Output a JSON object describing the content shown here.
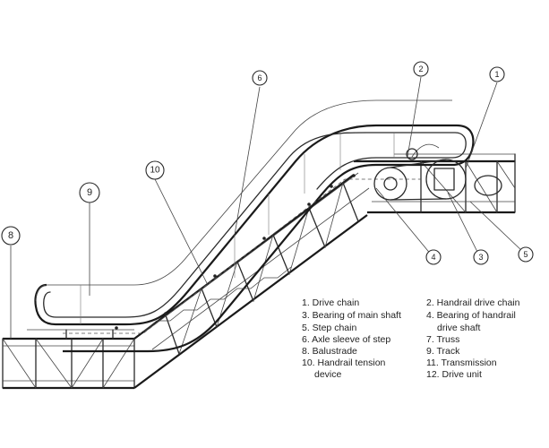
{
  "callouts": [
    "1",
    "2",
    "3",
    "4",
    "5",
    "6",
    "8",
    "9",
    "10"
  ],
  "legend": {
    "left": [
      "1. Drive chain",
      "3. Bearing of main shaft",
      "5. Step chain",
      "6. Axle sleeve of step",
      "8. Balustrade",
      "10. Handrail tension",
      "device"
    ],
    "right": [
      "2. Handrail drive chain",
      "4. Bearing of handrail",
      "drive shaft",
      "7. Truss",
      "9. Track",
      "11. Transmission",
      "12. Drive unit"
    ]
  }
}
